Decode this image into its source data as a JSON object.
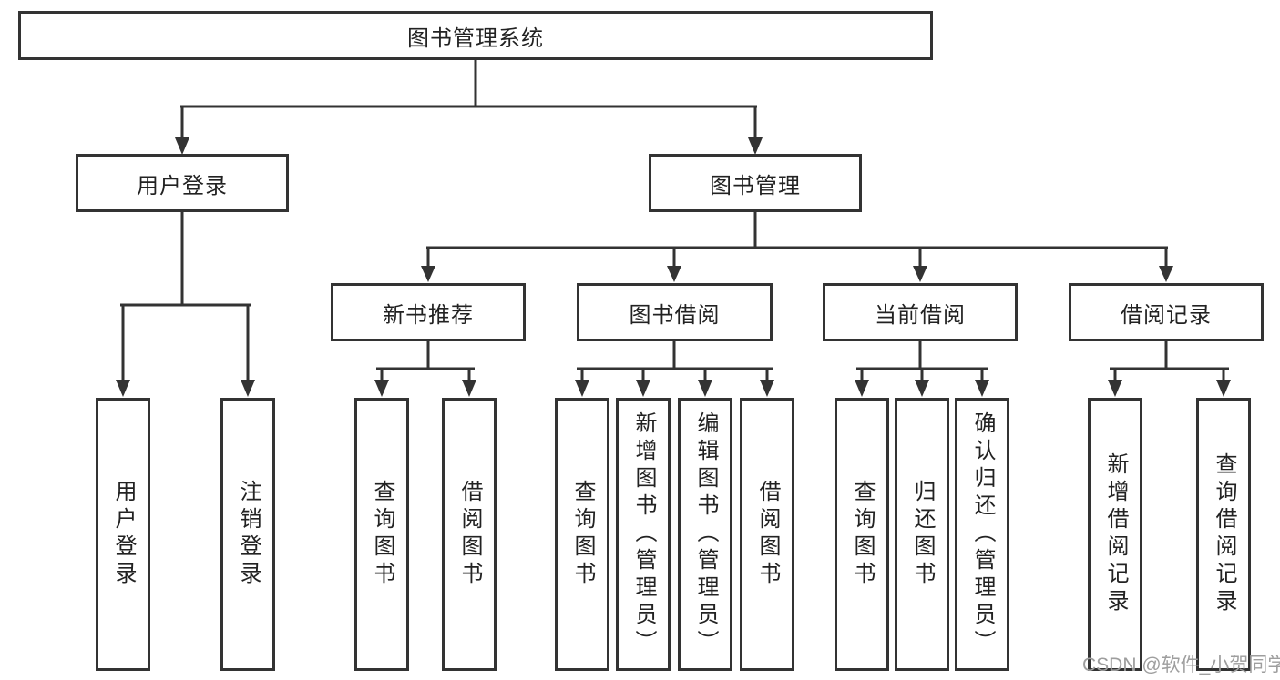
{
  "diagram": {
    "root": {
      "label": "图书管理系统"
    },
    "branches": [
      {
        "label": "用户登录",
        "leaves": [
          {
            "label": "用户登录"
          },
          {
            "label": "注销登录"
          }
        ]
      },
      {
        "label": "图书管理",
        "groups": [
          {
            "label": "新书推荐",
            "leaves": [
              {
                "label": "查询图书"
              },
              {
                "label": "借阅图书"
              }
            ]
          },
          {
            "label": "图书借阅",
            "leaves": [
              {
                "label": "查询图书"
              },
              {
                "label": "新增图书（管理员）"
              },
              {
                "label": "编辑图书（管理员）"
              },
              {
                "label": "借阅图书"
              }
            ]
          },
          {
            "label": "当前借阅",
            "leaves": [
              {
                "label": "查询图书"
              },
              {
                "label": "归还图书"
              },
              {
                "label": "确认归还（管理员）"
              }
            ]
          },
          {
            "label": "借阅记录",
            "leaves": [
              {
                "label": "新增借阅记录"
              },
              {
                "label": "查询借阅记录"
              }
            ]
          }
        ]
      }
    ]
  },
  "watermark": {
    "text": "CSDN @软件_小贺同学"
  },
  "colors": {
    "line": "#333333",
    "box_border": "#333333",
    "text": "#222222",
    "watermark": "#9e9e9e",
    "background": "#ffffff"
  }
}
